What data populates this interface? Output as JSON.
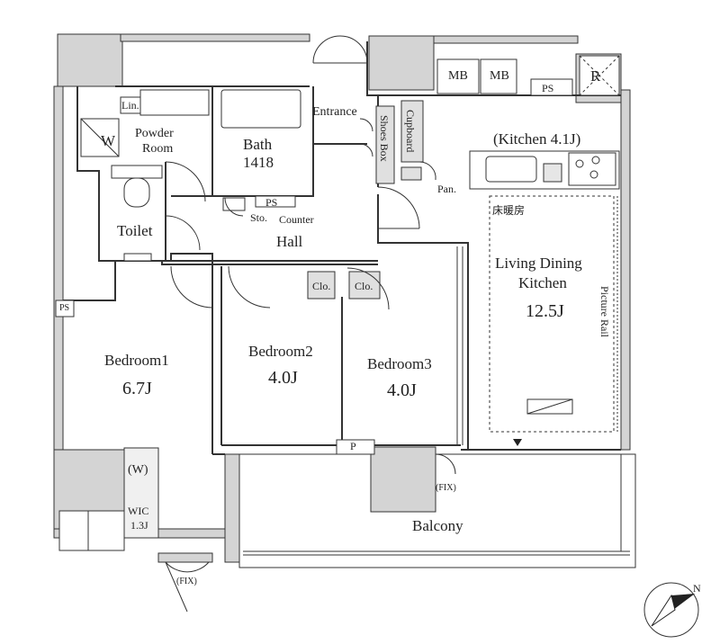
{
  "labels": {
    "entrance": "Entrance",
    "powder_room_1": "Powder",
    "powder_room_2": "Room",
    "bath": "Bath",
    "bath_size": "1418",
    "lin": "Lin.",
    "washer": "W",
    "toilet": "Toilet",
    "ps1": "PS",
    "sto": "Sto.",
    "counter": "Counter",
    "hall": "Hall",
    "shoes_box": "Shoes Box",
    "cupboard": "Cupboard",
    "pan": "Pan.",
    "mb1": "MB",
    "mb2": "MB",
    "ps2": "PS",
    "fridge": "R",
    "kitchen": "(Kitchen 4.1J)",
    "floor_heating": "床暖房",
    "ldk_1": "Living Dining",
    "ldk_2": "Kitchen",
    "ldk_size": "12.5J",
    "picture_rail": "Picture Rail",
    "clo1": "Clo.",
    "clo2": "Clo.",
    "ps3": "PS",
    "bedroom1": "Bedroom1",
    "bedroom1_size": "6.7J",
    "bedroom2": "Bedroom2",
    "bedroom2_size": "4.0J",
    "bedroom3": "Bedroom3",
    "bedroom3_size": "4.0J",
    "wic_w": "(W)",
    "wic": "WIC",
    "wic_size": "1.3J",
    "p": "P",
    "fix1": "(FIX)",
    "fix2": "(FIX)",
    "balcony": "Balcony",
    "north": "N"
  }
}
